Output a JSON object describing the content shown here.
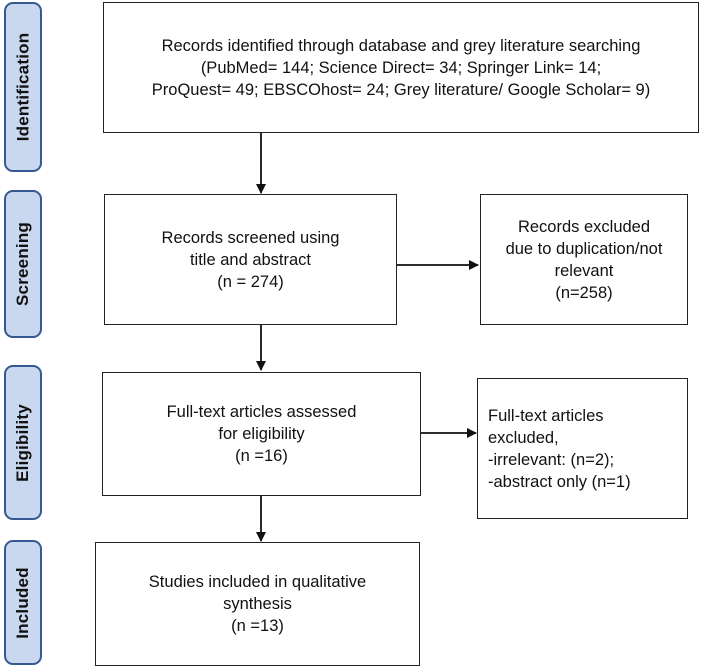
{
  "stages": [
    {
      "id": "identification",
      "label": "Identification"
    },
    {
      "id": "screening",
      "label": "Screening"
    },
    {
      "id": "eligibility",
      "label": "Eligibility"
    },
    {
      "id": "included",
      "label": "Included"
    }
  ],
  "boxes": {
    "identified": {
      "lines": [
        "Records identified through database and grey literature searching",
        "(PubMed= 144; Science Direct= 34; Springer Link= 14;",
        "ProQuest= 49; EBSCOhost= 24; Grey literature/ Google Scholar= 9)"
      ]
    },
    "screened": {
      "lines": [
        "Records screened using",
        "title and abstract",
        "(n = 274)"
      ]
    },
    "excluded_screening": {
      "lines": [
        "Records excluded",
        "due to duplication/not",
        "relevant",
        "(n=258)"
      ]
    },
    "eligibility": {
      "lines": [
        "Full-text articles assessed",
        "for eligibility",
        "(n =16)"
      ]
    },
    "excluded_fulltext": {
      "lines": [
        "Full-text articles",
        "excluded,",
        "-irrelevant: (n=2);",
        "-abstract only (n=1)"
      ]
    },
    "included": {
      "lines": [
        "Studies included in qualitative",
        "synthesis",
        "(n =13)"
      ]
    }
  },
  "colors": {
    "stage_fill": "#c9d8ef",
    "stage_border": "#355a93",
    "box_border": "#222222",
    "arrow": "#111111"
  }
}
